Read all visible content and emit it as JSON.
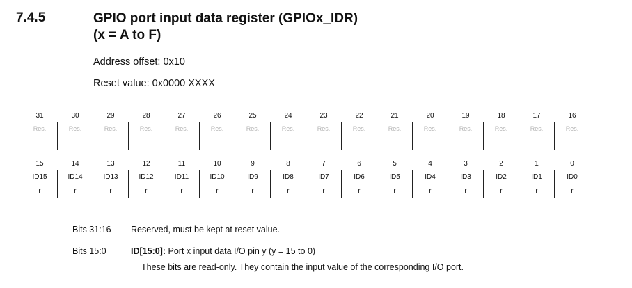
{
  "section": {
    "number": "7.4.5",
    "title_line1": "GPIO port input data register (GPIOx_IDR)",
    "title_line2": "(x = A to F)",
    "address_offset": "Address offset: 0x10",
    "reset_value": "Reset value: 0x0000 XXXX"
  },
  "register": {
    "high": {
      "bits": [
        "31",
        "30",
        "29",
        "28",
        "27",
        "26",
        "25",
        "24",
        "23",
        "22",
        "21",
        "20",
        "19",
        "18",
        "17",
        "16"
      ],
      "names": [
        "Res.",
        "Res.",
        "Res.",
        "Res.",
        "Res.",
        "Res.",
        "Res.",
        "Res.",
        "Res.",
        "Res.",
        "Res.",
        "Res.",
        "Res.",
        "Res.",
        "Res.",
        "Res."
      ],
      "access": [
        "",
        "",
        "",
        "",
        "",
        "",
        "",
        "",
        "",
        "",
        "",
        "",
        "",
        "",
        "",
        ""
      ]
    },
    "low": {
      "bits": [
        "15",
        "14",
        "13",
        "12",
        "11",
        "10",
        "9",
        "8",
        "7",
        "6",
        "5",
        "4",
        "3",
        "2",
        "1",
        "0"
      ],
      "names": [
        "ID15",
        "ID14",
        "ID13",
        "ID12",
        "ID11",
        "ID10",
        "ID9",
        "ID8",
        "ID7",
        "ID6",
        "ID5",
        "ID4",
        "ID3",
        "ID2",
        "ID1",
        "ID0"
      ],
      "access": [
        "r",
        "r",
        "r",
        "r",
        "r",
        "r",
        "r",
        "r",
        "r",
        "r",
        "r",
        "r",
        "r",
        "r",
        "r",
        "r"
      ]
    }
  },
  "description": {
    "row1_bits": "Bits 31:16",
    "row1_text": "Reserved, must be kept at reset value.",
    "row2_bits": "Bits 15:0",
    "row2_field": "ID[15:0]:",
    "row2_text": " Port x input data I/O pin y (y = 15 to 0)",
    "row2_detail": "These bits are read-only. They contain the input value of the corresponding I/O port."
  }
}
